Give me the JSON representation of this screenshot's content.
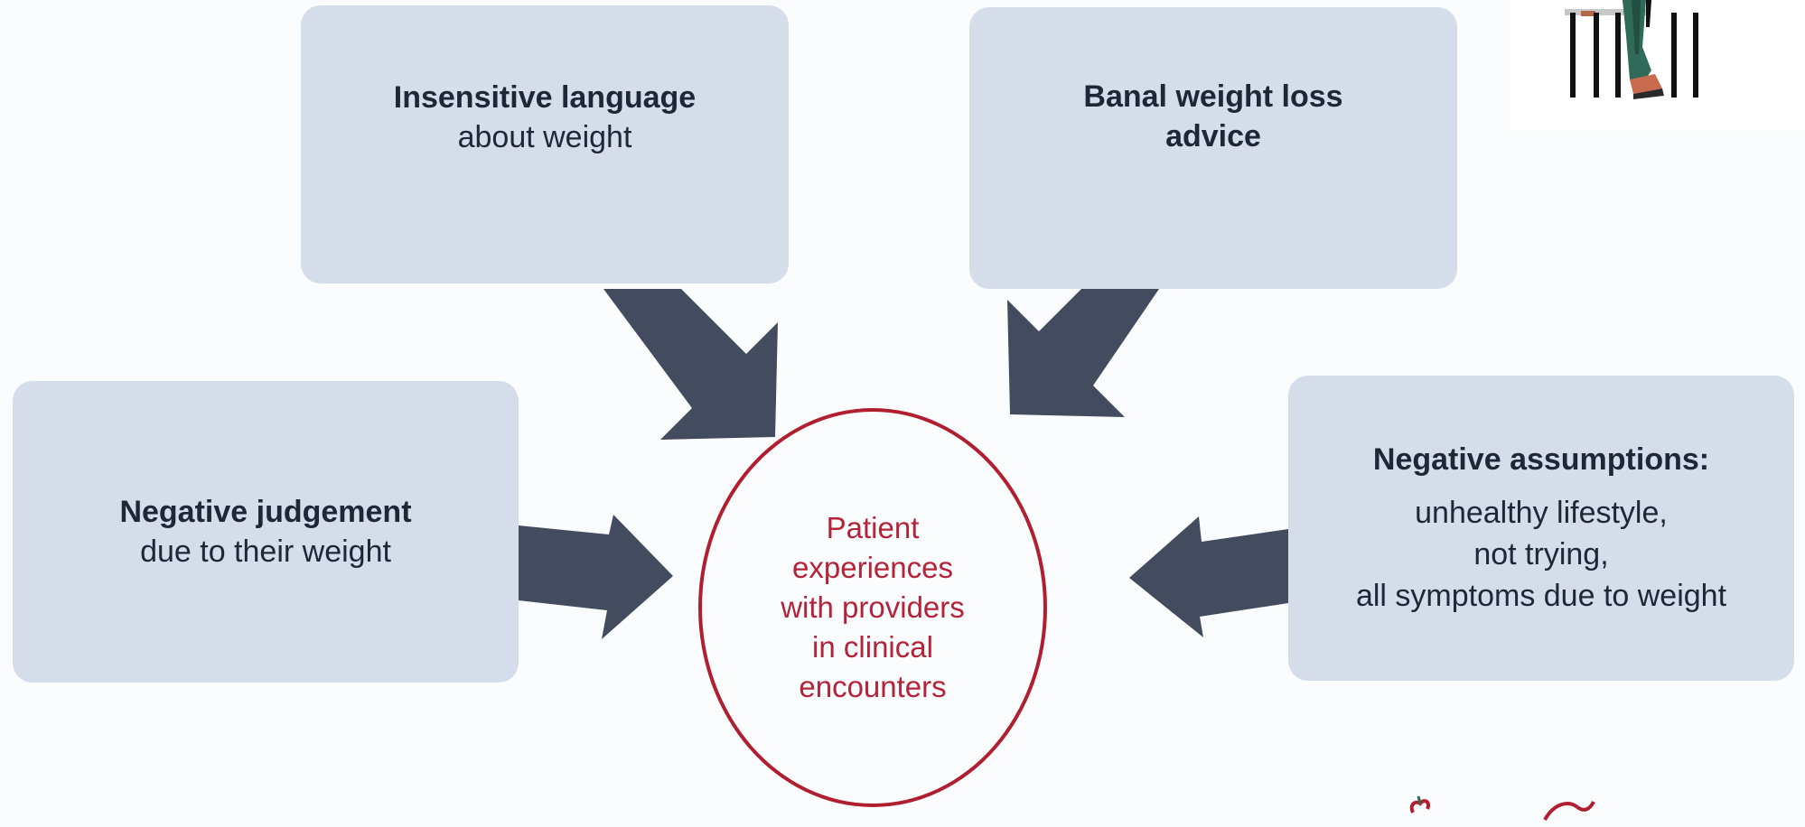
{
  "boxes": {
    "top_left": {
      "bold": "Insensitive language",
      "text": "about weight"
    },
    "top_right": {
      "bold_line1": "Banal weight loss",
      "bold_line2": "advice"
    },
    "mid_left": {
      "bold": "Negative judgement",
      "text": "due to their weight"
    },
    "mid_right": {
      "bold": "Negative assumptions:",
      "lines": [
        "unhealthy lifestyle,",
        "not trying,",
        "all symptoms due to weight"
      ]
    }
  },
  "center": {
    "lines": [
      "Patient",
      "experiences",
      "with providers",
      "in clinical",
      "encounters"
    ]
  },
  "colors": {
    "box_fill": "#d5dcea",
    "arrow": "#424c5e",
    "center_border": "#b01e2f",
    "center_text": "#b4233a"
  },
  "icons": [
    "person-at-desk-illustration",
    "apple-logo"
  ]
}
